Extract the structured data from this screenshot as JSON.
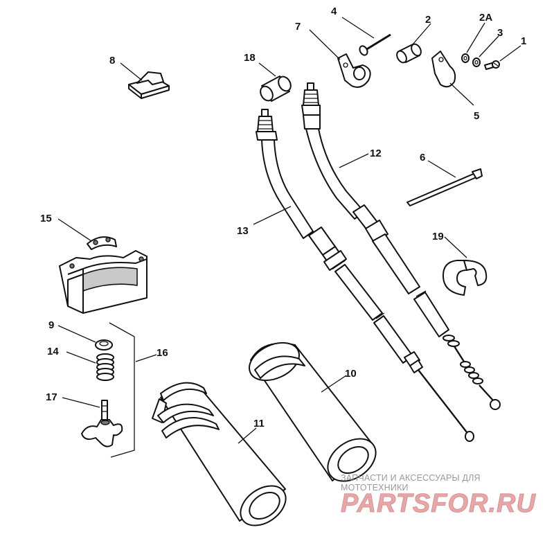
{
  "callouts": {
    "c1": "1",
    "c2": "2",
    "c2a": "2A",
    "c3": "3",
    "c4": "4",
    "c5": "5",
    "c6": "6",
    "c7": "7",
    "c8": "8",
    "c9": "9",
    "c10": "10",
    "c11": "11",
    "c12": "12",
    "c13": "13",
    "c14": "14",
    "c15": "15",
    "c16": "16",
    "c17": "17",
    "c18": "18",
    "c19": "19"
  },
  "watermark": {
    "tagline": "ЗАПЧАСТИ И АКСЕССУАРЫ ДЛЯ МОТОТЕХНИКИ",
    "logo": "PARTSFOR.RU",
    "color": "#e8a6a6"
  }
}
